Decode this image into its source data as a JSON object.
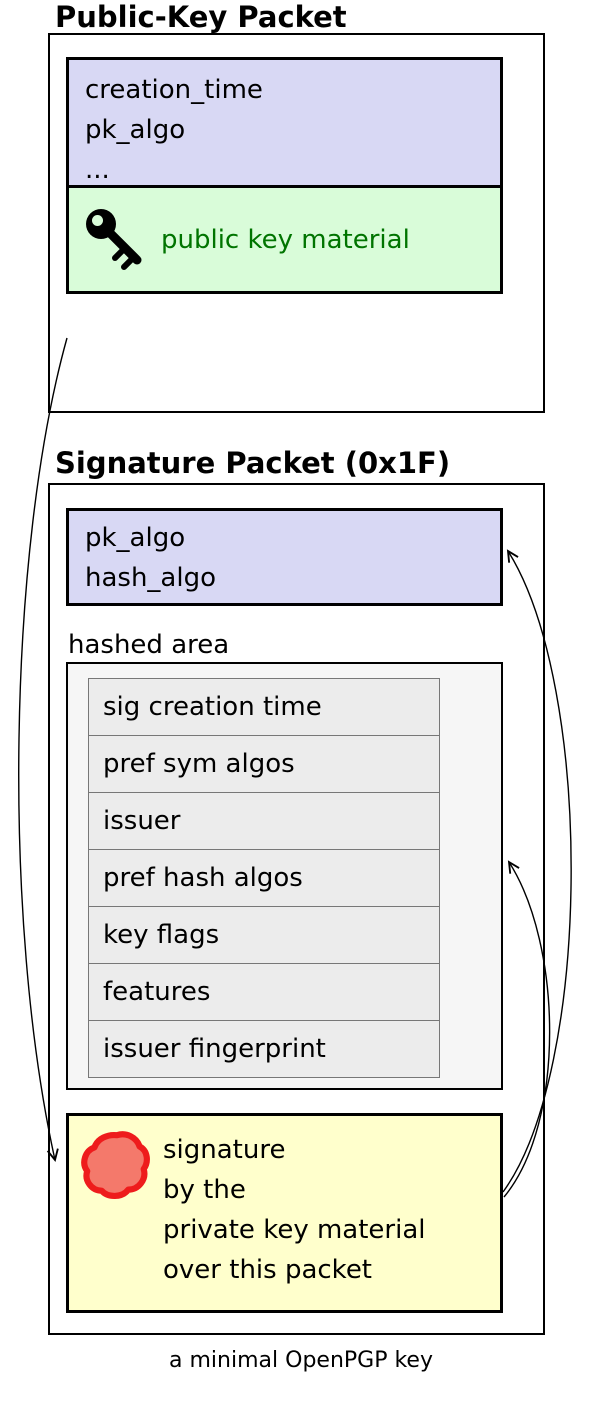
{
  "colors": {
    "lavender": "#d8d8f4",
    "green-fill": "#d9fcd9",
    "green-text": "#007400",
    "hashed-fill": "#f6f6f6",
    "row-fill": "#ececec",
    "row-border": "#777777",
    "yellow-fill": "#ffffcc",
    "seal-fill": "#f4796b",
    "seal-stroke": "#ee1c1c"
  },
  "icons": {
    "public_key": "key-icon",
    "signature_seal": "seal-icon"
  },
  "public_key_packet": {
    "title": "Public-Key Packet",
    "header_fields": [
      "creation_time",
      "pk_algo",
      "..."
    ],
    "key_material_label": "public key material"
  },
  "signature_packet": {
    "title": "Signature Packet (0x1F)",
    "header_fields": [
      "pk_algo",
      "hash_algo"
    ],
    "hashed_area_label": "hashed area",
    "hashed_subpackets": [
      "sig creation time",
      "pref sym algos",
      "issuer",
      "pref hash algos",
      "key flags",
      "features",
      "issuer fingerprint"
    ],
    "signature_lines": [
      "signature",
      "by the",
      "private key material",
      "over this packet"
    ]
  },
  "caption": "a minimal OpenPGP key"
}
